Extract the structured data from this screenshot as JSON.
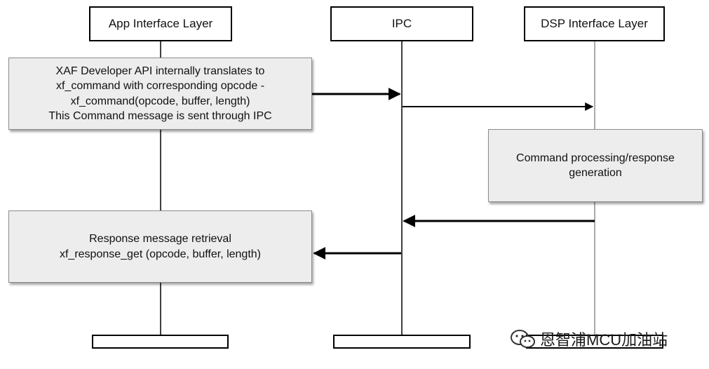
{
  "lanes": [
    {
      "id": "app",
      "title": "App Interface Layer"
    },
    {
      "id": "ipc",
      "title": "IPC"
    },
    {
      "id": "dsp",
      "title": "DSP Interface Layer"
    }
  ],
  "notes": {
    "command_send": [
      "XAF Developer API internally translates to",
      "xf_command with corresponding opcode -",
      "xf_command(opcode, buffer, length)",
      "This Command message is sent through IPC"
    ],
    "dsp_processing": [
      "Command processing/response",
      "generation"
    ],
    "response_retrieval": [
      "Response message retrieval",
      "xf_response_get (opcode, buffer, length)"
    ]
  },
  "watermark": {
    "text": "恩智浦MCU加油站",
    "icon": "wechat-icon"
  },
  "colors": {
    "line": "#000000",
    "note_fill": "#ededed",
    "note_border": "#8c8c8c"
  }
}
